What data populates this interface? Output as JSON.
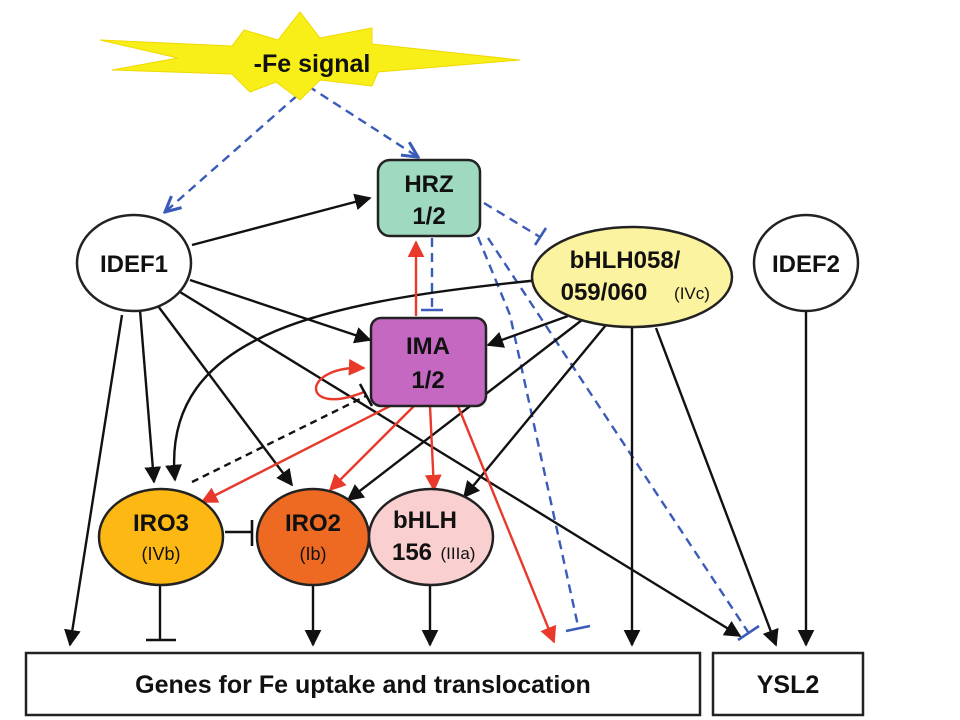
{
  "signal": {
    "label": "-Fe signal",
    "color": "#f8ee18"
  },
  "nodes": {
    "hrz": {
      "line1": "HRZ",
      "line2": "1/2",
      "color": "#9fd9c0"
    },
    "ima": {
      "line1": "IMA",
      "line2": "1/2",
      "color": "#c468c2"
    },
    "idef1": {
      "label": "IDEF1"
    },
    "idef2": {
      "label": "IDEF2"
    },
    "bhlh058": {
      "line1": "bHLH058/",
      "line2": "059/060",
      "group": "(IVc)",
      "color": "#fbf3a0"
    },
    "iro3": {
      "label": "IRO3",
      "group": "(IVb)",
      "color": "#fdb813"
    },
    "iro2": {
      "label": "IRO2",
      "group": "(Ib)",
      "color": "#ee6a23"
    },
    "bhlh156": {
      "line1": "bHLH",
      "line2": "156",
      "group": "(IIIa)",
      "color": "#f9cfd0"
    }
  },
  "targets": {
    "genes": "Genes for Fe uptake and translocation",
    "ysl2": "YSL2"
  },
  "colors": {
    "activation": "#111111",
    "ima_activation": "#e8392b",
    "repression": "#3a5bb8"
  }
}
